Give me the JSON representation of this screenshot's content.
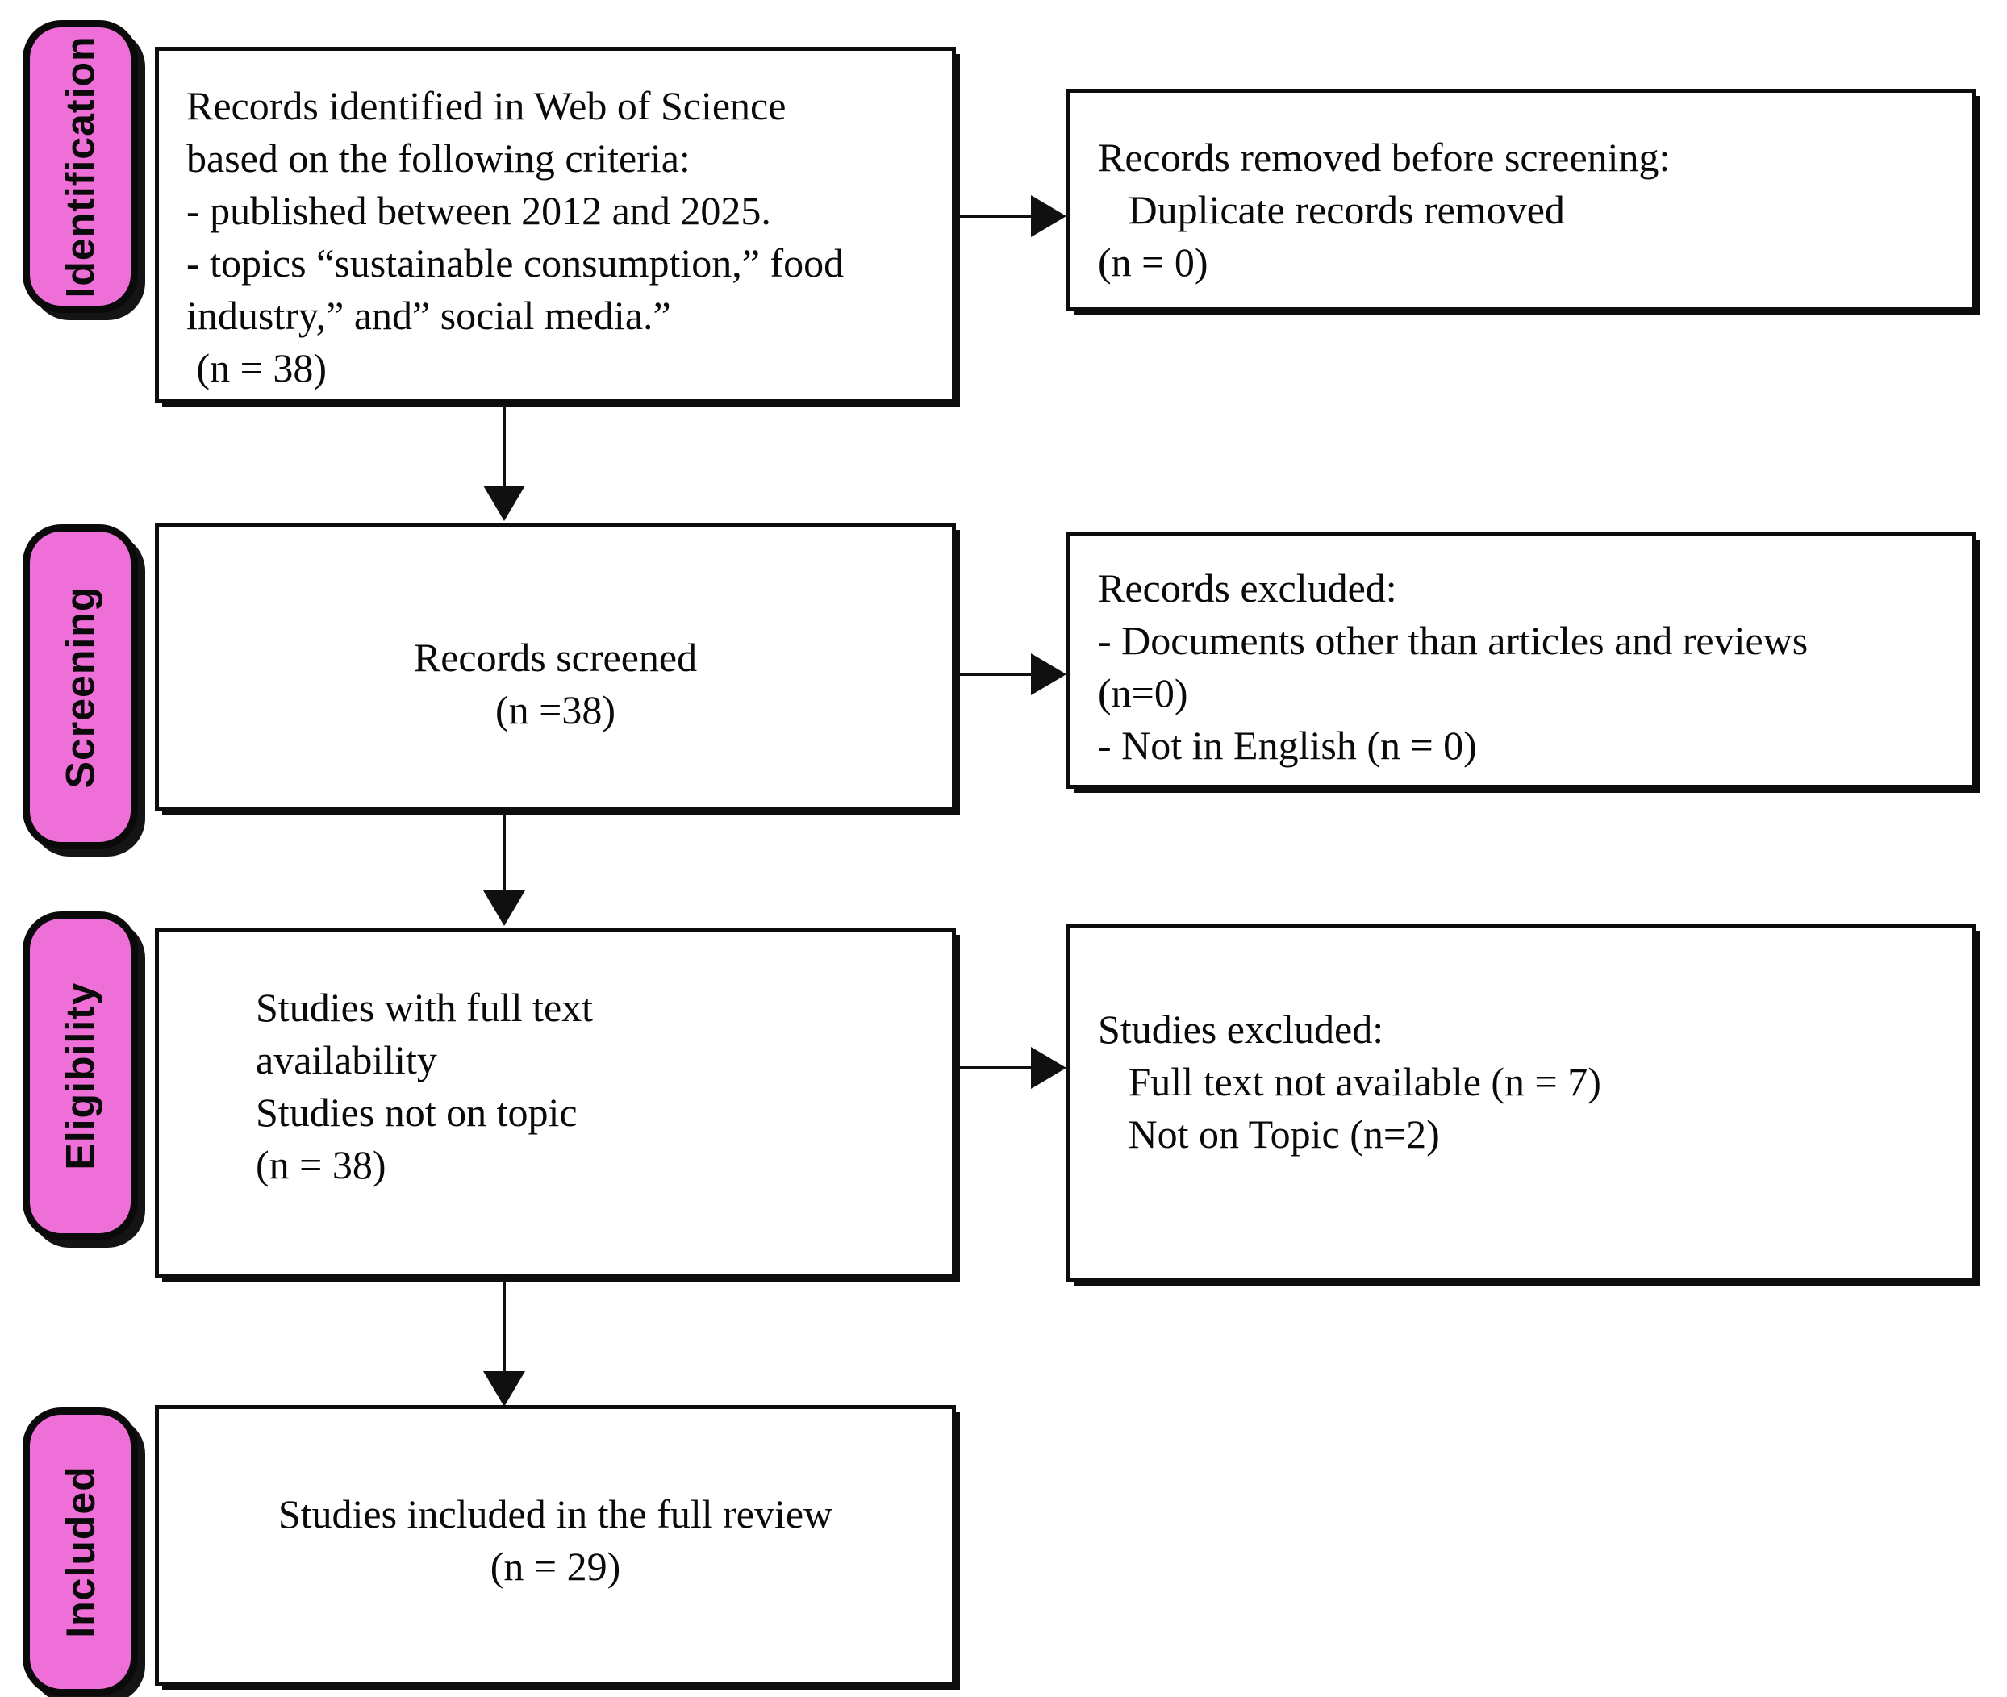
{
  "diagram": {
    "title": "PRISMA flow diagram",
    "accent_color": "#ef6fd8",
    "line_color": "#101010",
    "background_color": "#ffffff"
  },
  "stages": [
    {
      "label": "Identification"
    },
    {
      "label": "Screening"
    },
    {
      "label": "Eligibility"
    },
    {
      "label": "Included"
    }
  ],
  "main_boxes": [
    {
      "name": "records-identified",
      "lines": [
        "Records identified in Web of Science",
        "based on the following criteria:",
        "- published between 2012 and 2025.",
        "- topics “sustainable consumption,” food",
        "industry,” and” social media.”",
        " (n = 38)"
      ]
    },
    {
      "name": "records-screened",
      "lines": [
        "Records screened",
        "(n =38)"
      ]
    },
    {
      "name": "studies-full-text",
      "lines": [
        "Studies with full text",
        "availability",
        "Studies not on topic",
        "(n = 38)"
      ]
    },
    {
      "name": "studies-included",
      "lines": [
        "Studies included in the full review",
        "(n = 29)"
      ]
    }
  ],
  "side_boxes": [
    {
      "name": "records-removed",
      "lines": [
        "Records removed before screening:",
        "   Duplicate records removed",
        "(n = 0)"
      ]
    },
    {
      "name": "records-excluded",
      "lines": [
        "Records excluded:",
        "- Documents other than articles and reviews",
        "(n=0)",
        "- Not in English (n = 0)"
      ]
    },
    {
      "name": "studies-excluded",
      "lines": [
        "Studies excluded:",
        "",
        "   Full text not available (n = 7)",
        "   Not on Topic (n=2)"
      ]
    }
  ]
}
